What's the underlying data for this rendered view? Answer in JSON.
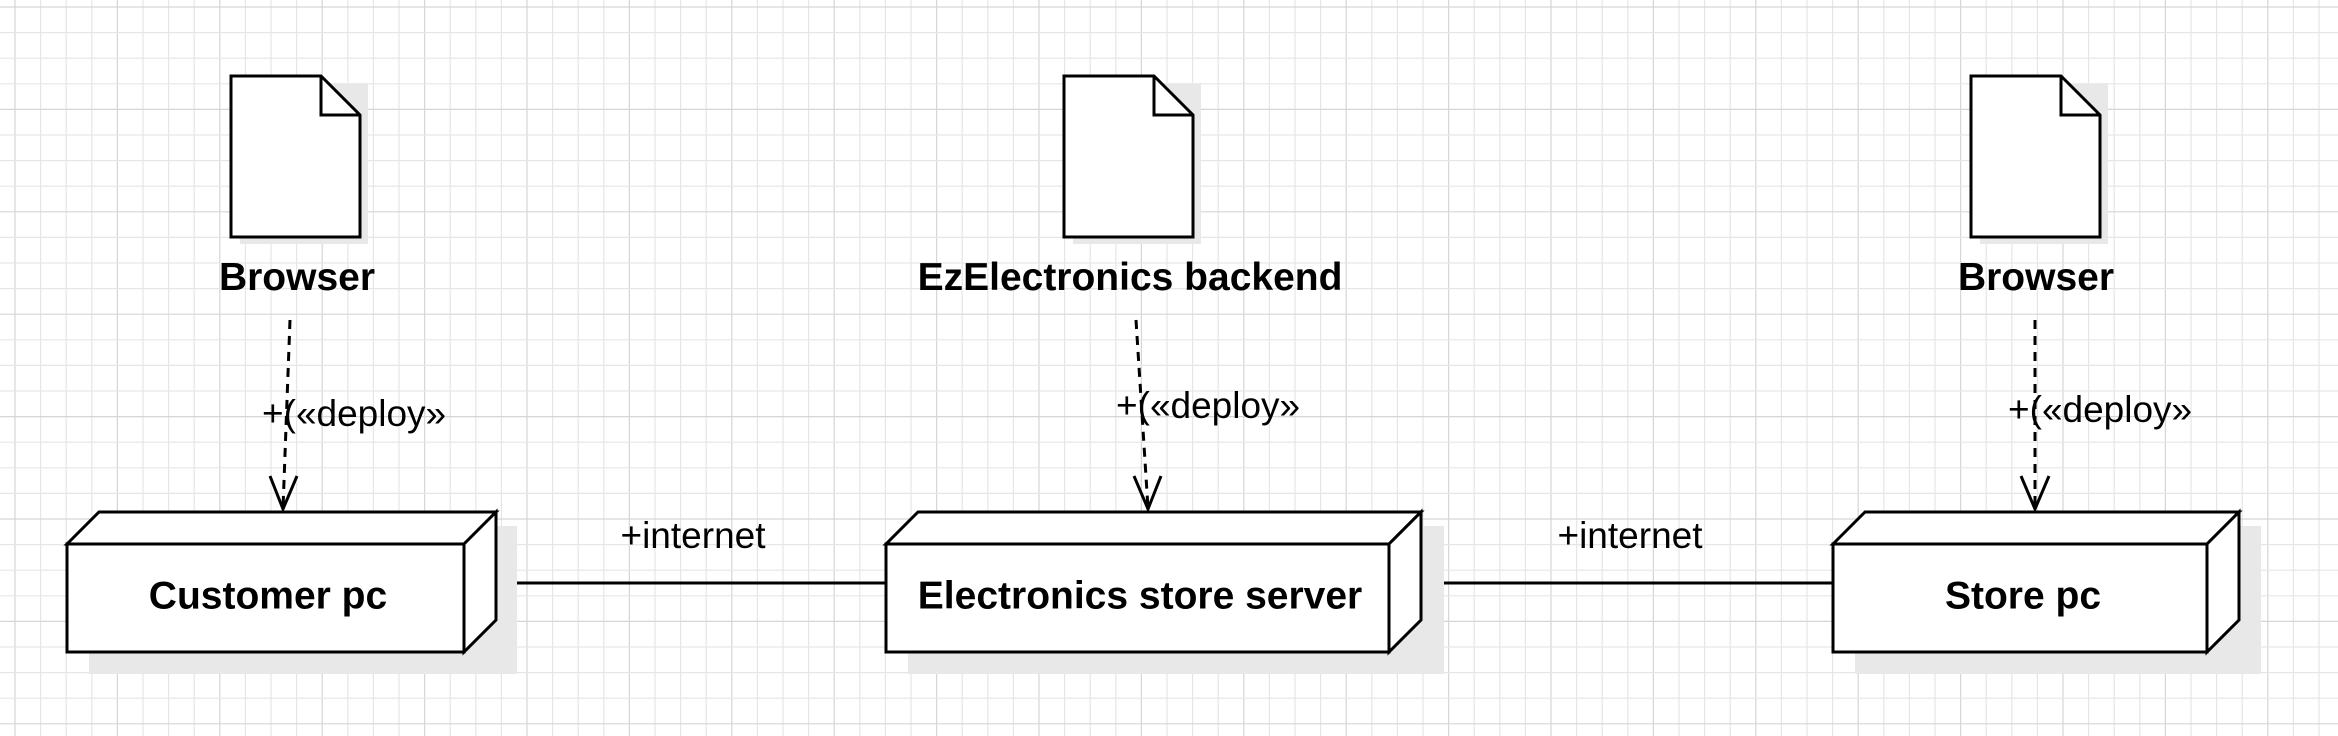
{
  "colors": {
    "background": "#ffffff",
    "grid_minor": "#e6e6e6",
    "grid_major": "#d6d6d6",
    "stroke": "#000000",
    "shadow": "#e8e8e8"
  },
  "artifacts": [
    {
      "label": "Browser"
    },
    {
      "label": "EzElectronics backend"
    },
    {
      "label": "Browser"
    }
  ],
  "nodes": [
    {
      "label": "Customer pc"
    },
    {
      "label": "Electronics store server"
    },
    {
      "label": "Store pc"
    }
  ],
  "deploy_links": [
    {
      "prefix": "+",
      "glyph": "(",
      "stereotype": "«deploy»"
    },
    {
      "prefix": "+",
      "glyph": "(",
      "stereotype": "«deploy»"
    },
    {
      "prefix": "+",
      "glyph": "(",
      "stereotype": "«deploy»"
    }
  ],
  "connections": [
    {
      "label": "+internet"
    },
    {
      "label": "+internet"
    }
  ]
}
